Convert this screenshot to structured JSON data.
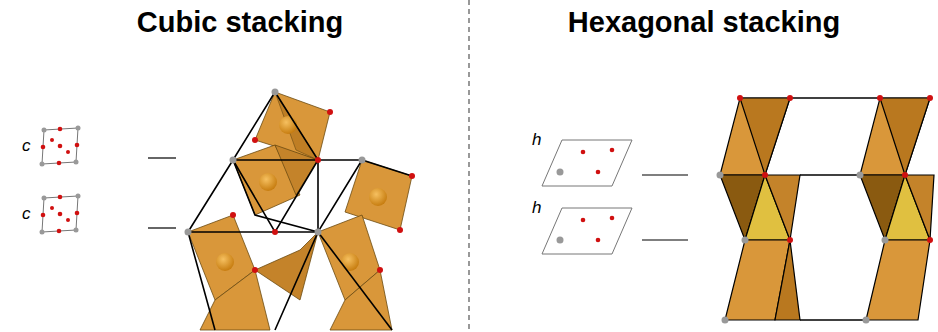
{
  "diagram": {
    "labels": [
      "Cubic stacking",
      "Hexagonal stacking",
      "c",
      "c",
      "h",
      "h"
    ]
  }
}
